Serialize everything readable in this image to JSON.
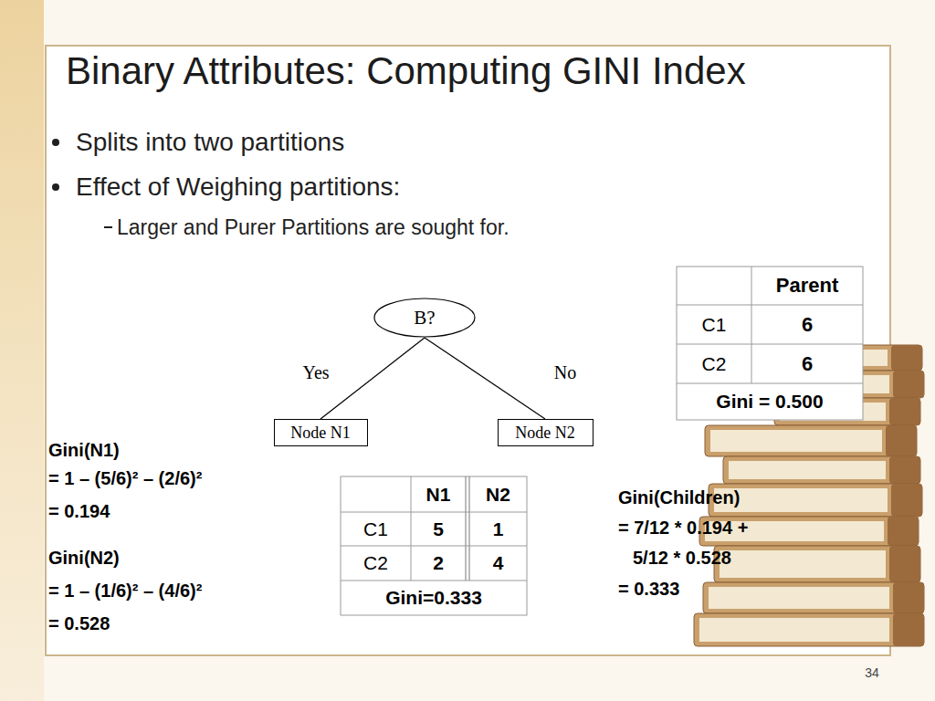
{
  "diagram": {
    "title": "Binary Attributes: Computing GINI Index",
    "nodes": [
      {
        "text": [
          "B?"
        ]
      },
      {
        "text": [
          "Node N1"
        ]
      },
      {
        "text": [
          "Node N2"
        ]
      }
    ],
    "edges": [
      {
        "from": 0,
        "to": 1,
        "arrow": "none",
        "label": "Yes"
      },
      {
        "from": 0,
        "to": 2,
        "arrow": "none",
        "label": "No"
      }
    ],
    "labels": [
      "Splits into two partitions",
      "Effect of Weighing partitions:",
      "Larger and Purer Partitions are sought for.",
      "Parent",
      "C1",
      "6",
      "C2",
      "6",
      "Gini = 0.500",
      "Gini(N1)",
      "= 1 – (5/6)² – (2/6)²",
      "= 0.194",
      "Gini(N2)",
      "= 1 – (1/6)² – (4/6)²",
      "= 0.528",
      "N1",
      "N2",
      "C1",
      "5",
      "1",
      "C2",
      "2",
      "4",
      "Gini=0.333",
      "Gini(Children)",
      "= 7/12 * 0.194 +",
      "5/12 * 0.528",
      "= 0.333",
      "34"
    ]
  }
}
